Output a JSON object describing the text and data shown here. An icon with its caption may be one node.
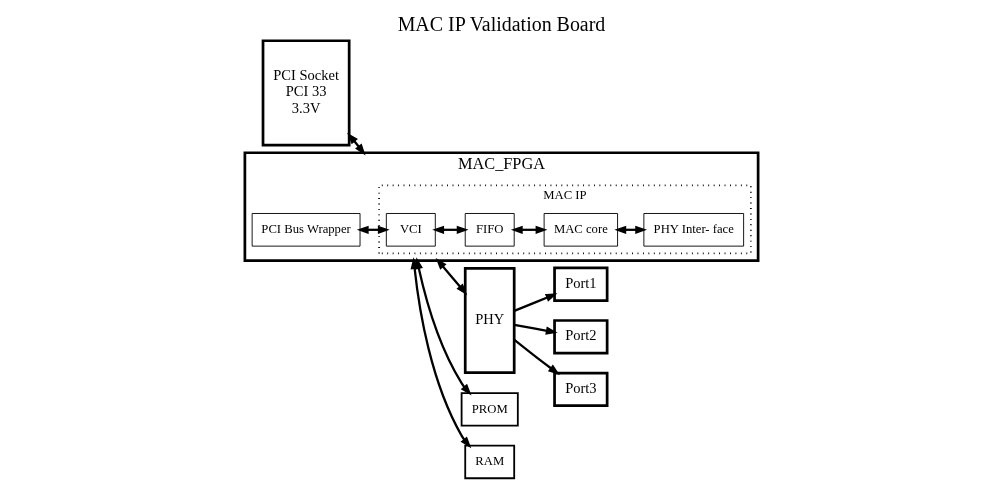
{
  "diagram": {
    "title": "MAC IP Validation Board",
    "nodes": [
      {
        "text": [
          "PCI Socket",
          "PCI 33",
          "3.3V"
        ]
      },
      {
        "text": [
          "MAC_FPGA"
        ]
      },
      {
        "text": [
          "MAC IP"
        ],
        "in": 1
      },
      {
        "text": [
          "PCI Bus Wrapper"
        ],
        "in": 1
      },
      {
        "text": [
          "VCI"
        ],
        "in": 2
      },
      {
        "text": [
          "FIFO"
        ],
        "in": 2
      },
      {
        "text": [
          "MAC core"
        ],
        "in": 2
      },
      {
        "text": [
          "PHY Inter- face"
        ],
        "in": 2
      },
      {
        "text": [
          "PHY"
        ]
      },
      {
        "text": [
          "Port1"
        ]
      },
      {
        "text": [
          "Port2"
        ]
      },
      {
        "text": [
          "Port3"
        ]
      },
      {
        "text": [
          "PROM"
        ]
      },
      {
        "text": [
          "RAM"
        ]
      }
    ],
    "edges": [
      {
        "from": 0,
        "to": 1,
        "arrow": "both"
      },
      {
        "from": 3,
        "to": 4,
        "arrow": "both"
      },
      {
        "from": 4,
        "to": 5,
        "arrow": "both"
      },
      {
        "from": 5,
        "to": 6,
        "arrow": "both"
      },
      {
        "from": 6,
        "to": 7,
        "arrow": "both"
      },
      {
        "from": 1,
        "to": 8,
        "arrow": "both"
      },
      {
        "from": 8,
        "to": 9,
        "arrow": "to"
      },
      {
        "from": 8,
        "to": 10,
        "arrow": "to"
      },
      {
        "from": 8,
        "to": 11,
        "arrow": "to"
      },
      {
        "from": 1,
        "to": 12,
        "arrow": "both"
      },
      {
        "from": 1,
        "to": 13,
        "arrow": "both"
      }
    ]
  }
}
